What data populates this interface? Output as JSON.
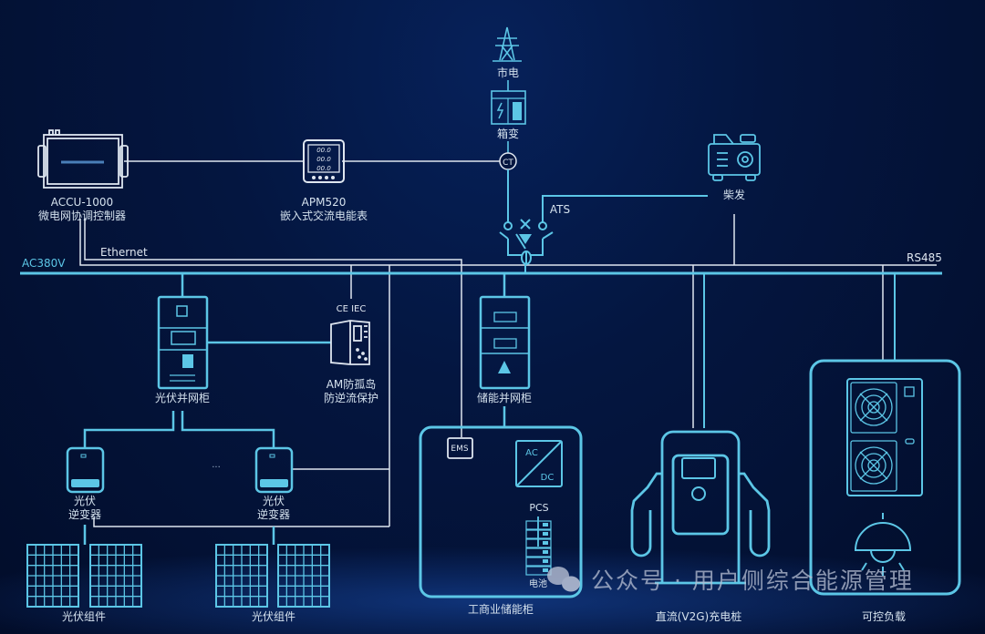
{
  "colors": {
    "accent": "#5cc6e6",
    "line_white": "#dfe6f0",
    "background": "#02102e"
  },
  "bus": {
    "ac_label": "AC380V",
    "rs485_label": "RS485",
    "ethernet_label": "Ethernet"
  },
  "grid": {
    "tower_label": "市电",
    "transformer_label": "箱变",
    "ct_label": "CT",
    "ats_label": "ATS"
  },
  "generator": {
    "label": "柴发"
  },
  "controller": {
    "model": "ACCU-1000",
    "name": "微电网协调控制器"
  },
  "meter": {
    "model": "APM520",
    "name": "嵌入式交流电能表",
    "readings": [
      "00.0",
      "00.0",
      "00.0"
    ]
  },
  "pv_cabinet": {
    "label": "光伏并网柜"
  },
  "protection": {
    "cert": "CE IEC",
    "line1": "AM防孤岛",
    "line2": "防逆流保护"
  },
  "inverters": [
    {
      "line1": "光伏",
      "line2": "逆变器"
    },
    {
      "line1": "光伏",
      "line2": "逆变器"
    }
  ],
  "ellipsis": "...",
  "pv_modules": [
    {
      "label": "光伏组件"
    },
    {
      "label": "光伏组件"
    }
  ],
  "storage_cabinet": {
    "label": "储能并网柜"
  },
  "storage": {
    "label": "工商业储能柜",
    "ems": "EMS",
    "ac": "AC",
    "dc": "DC",
    "pcs": "PCS",
    "battery": "电池"
  },
  "charger": {
    "label": "直流(V2G)充电桩"
  },
  "load": {
    "label": "可控负载"
  },
  "watermark": "公众号 · 用户侧综合能源管理"
}
